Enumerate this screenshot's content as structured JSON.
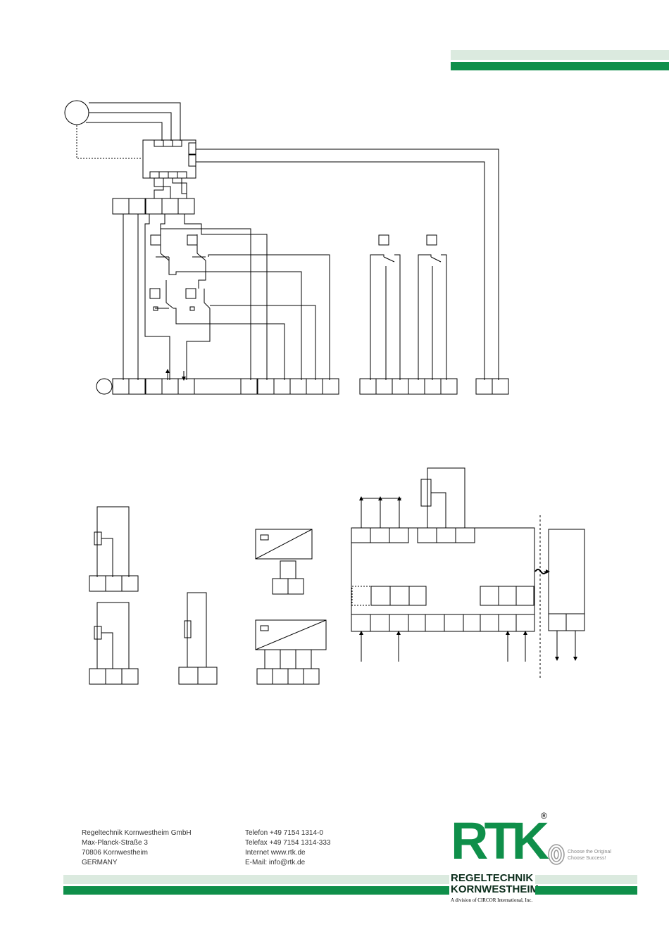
{
  "company": {
    "lines": [
      "Regeltechnik Kornwestheim GmbH",
      "Max-Planck-Straße 3",
      "70806 Kornwestheim",
      "GERMANY"
    ]
  },
  "contact": {
    "lines": [
      "Telefon   +49 7154 1314-0",
      "Telefax   +49 7154 1314-333",
      "Internet www.rtk.de",
      "E-Mail: info@rtk.de"
    ]
  },
  "logo": {
    "mark": "RTK",
    "registered": "®",
    "line1": "REGELTECHNIK",
    "line2": "KORNWESTHEIM",
    "division": "A division of CIRCOR International, Inc.",
    "brand_color": "#0f8f4a"
  },
  "badge": {
    "line1": "Choose the Original",
    "line2": "Choose Success!"
  },
  "colors": {
    "bar_light": "#dbeadf",
    "bar_dark": "#0f8f4a",
    "line": "#000000"
  }
}
